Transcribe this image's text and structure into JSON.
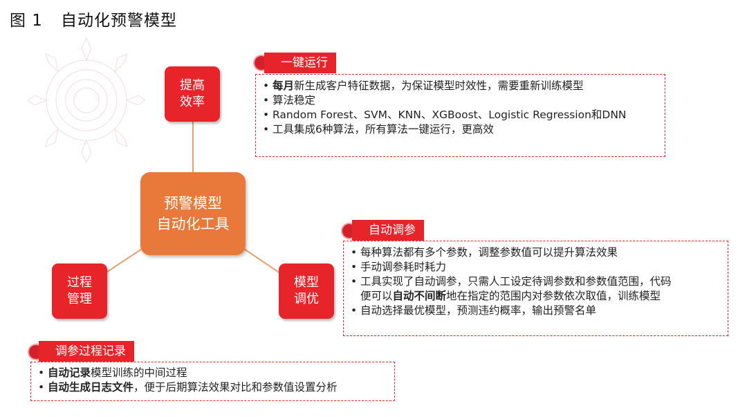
{
  "figure": {
    "number": "图 1",
    "title": "自动化预警模型"
  },
  "center_node": {
    "lines": [
      "预警模型",
      "自动化工具"
    ]
  },
  "nodes": {
    "top": {
      "lines": [
        "提高",
        "效率"
      ]
    },
    "left": {
      "lines": [
        "过程",
        "管理"
      ]
    },
    "right": {
      "lines": [
        "模型",
        "调优"
      ]
    }
  },
  "panels": {
    "one_click": {
      "tag": "一键运行",
      "items": [
        {
          "bold": "每月",
          "text": "新生成客户特征数据，为保证模型时效性，需要重新训练模型"
        },
        {
          "bold": "",
          "text": "算法稳定"
        },
        {
          "bold": "",
          "text": "Random Forest、SVM、KNN、XGBoost、Logistic Regression和DNN"
        },
        {
          "bold": "",
          "text": "工具集成6种算法，所有算法一键运行，更高效"
        }
      ]
    },
    "auto_tune": {
      "tag": "自动调参",
      "items": [
        {
          "pre": "",
          "bold": "",
          "text": "每种算法都有多个参数，调整参数值可以提升算法效果"
        },
        {
          "pre": "",
          "bold": "",
          "text": "手动调参耗时耗力"
        },
        {
          "pre": "",
          "bold": "",
          "text": "工具实现了自动调参，只需人工设定待调参数和参数值范围，代码"
        },
        {
          "pre": "便可以",
          "bold": "自动不间断",
          "text": "地在指定的范围内对参数依次取值，训练模型",
          "continuation": true
        },
        {
          "pre": "",
          "bold": "",
          "text": "自动选择最优模型，预测违约概率，输出预警名单"
        }
      ]
    },
    "tuning_log": {
      "tag": "调参过程记录",
      "items": [
        {
          "bold": "自动记录",
          "text": "模型训练的中间过程"
        },
        {
          "bold": "自动生成日志文件",
          "text": "，便于后期算法效果对比和参数值设置分析"
        }
      ]
    }
  },
  "colors": {
    "red": "#e8242b",
    "orange": "#e9793a",
    "connector": "#e9a070"
  },
  "icons": {
    "bullet": "•",
    "decoration": "flower-ornament-icon"
  }
}
